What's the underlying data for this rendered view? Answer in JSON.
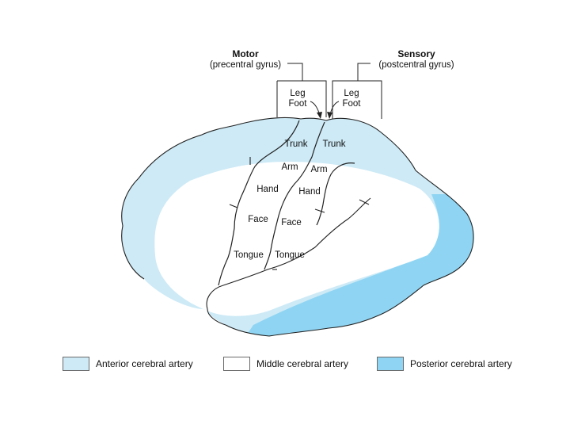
{
  "headers": {
    "motor": {
      "title": "Motor",
      "subtitle": "(precentral gyrus)"
    },
    "sensory": {
      "title": "Sensory",
      "subtitle": "(postcentral gyrus)"
    }
  },
  "regions": {
    "motor": {
      "leg": "Leg",
      "foot": "Foot",
      "trunk": "Trunk",
      "arm": "Arm",
      "hand": "Hand",
      "face": "Face",
      "tongue": "Tongue"
    },
    "sensory": {
      "leg": "Leg",
      "foot": "Foot",
      "trunk": "Trunk",
      "arm": "Arm",
      "hand": "Hand",
      "face": "Face",
      "tongue": "Tongue"
    }
  },
  "legend": [
    {
      "label": "Anterior cerebral artery",
      "color": "#cdeaf6"
    },
    {
      "label": "Middle cerebral artery",
      "color": "#ffffff"
    },
    {
      "label": "Posterior cerebral artery",
      "color": "#8fd5f3"
    }
  ]
}
